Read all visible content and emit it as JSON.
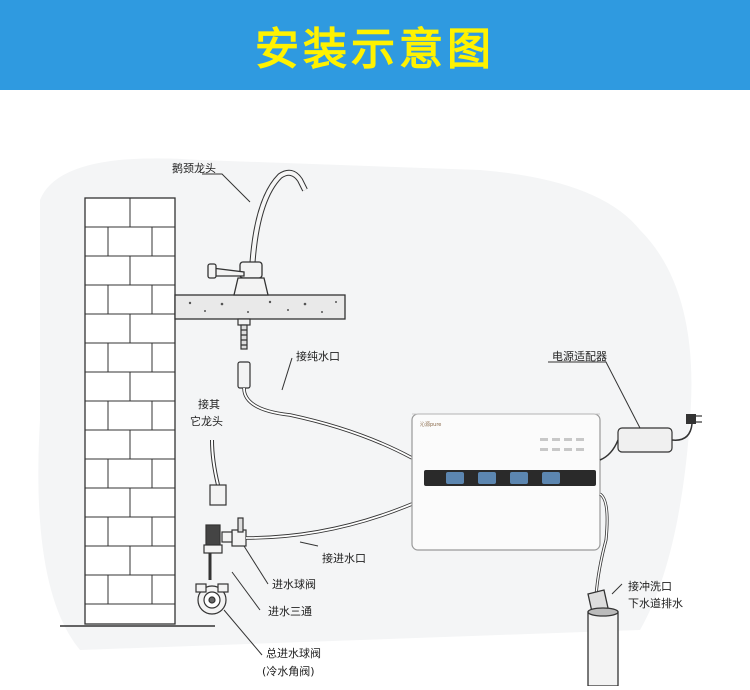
{
  "header": {
    "title": "安装示意图",
    "bg": "#2f9ae0",
    "title_color": "#fff200"
  },
  "labels": {
    "gooseneck_faucet": "鹅颈龙头",
    "pure_outlet": "接纯水口",
    "power_adapter": "电源适配器",
    "other_faucet_1": "接其",
    "other_faucet_2": "它龙头",
    "inlet": "接进水口",
    "inlet_ball_valve": "进水球阀",
    "inlet_tee": "进水三通",
    "flush_outlet": "接冲洗口",
    "drain": "下水道排水",
    "main_valve": "总进水球阀",
    "main_valve_note": "(冷水角阀)",
    "brand": "沁源pure"
  }
}
